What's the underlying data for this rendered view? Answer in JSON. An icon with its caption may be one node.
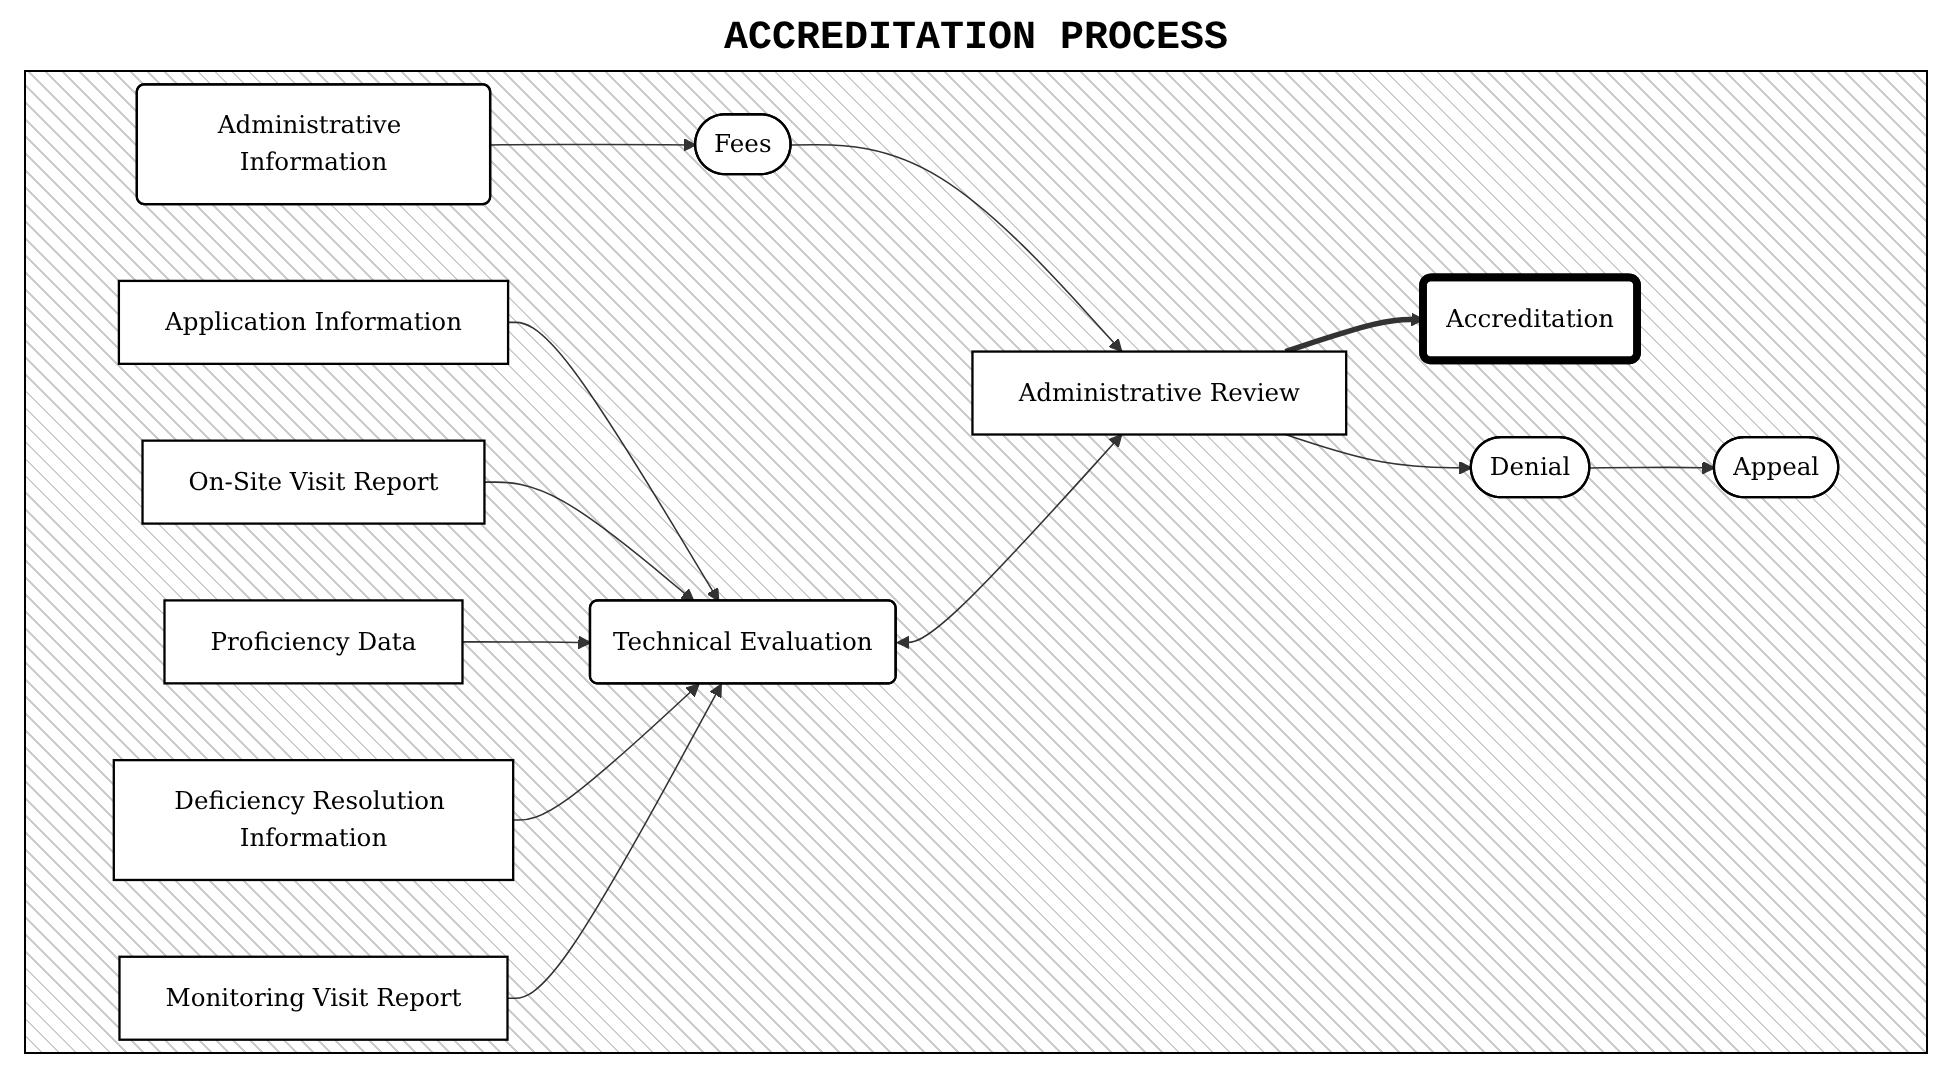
{
  "diagram": {
    "title": "ACCREDITATION PROCESS",
    "nodes": [
      {
        "text": [
          "Application Information"
        ]
      },
      {
        "text": [
          "On-Site Visit Report"
        ]
      },
      {
        "text": [
          "Proficiency Data"
        ]
      },
      {
        "text": [
          "Deficiency Resolution Information"
        ]
      },
      {
        "text": [
          "Monitoring Visit Report"
        ]
      },
      {
        "text": [
          "Administrative Information"
        ]
      },
      {
        "text": [
          "Fees"
        ]
      },
      {
        "text": [
          "Technical Evaluation"
        ]
      },
      {
        "text": [
          "Administrative Review"
        ]
      },
      {
        "text": [
          "Accreditation"
        ]
      },
      {
        "text": [
          "Denial"
        ]
      },
      {
        "text": [
          "Appeal"
        ]
      }
    ],
    "edges": [
      {
        "from": 0,
        "to": 7,
        "arrow": "to"
      },
      {
        "from": 1,
        "to": 7,
        "arrow": "to"
      },
      {
        "from": 2,
        "to": 7,
        "arrow": "to"
      },
      {
        "from": 3,
        "to": 7,
        "arrow": "to"
      },
      {
        "from": 4,
        "to": 7,
        "arrow": "to"
      },
      {
        "from": 5,
        "to": 6,
        "arrow": "to"
      },
      {
        "from": 6,
        "to": 8,
        "arrow": "to"
      },
      {
        "from": 7,
        "to": 8,
        "arrow": "both"
      },
      {
        "from": 8,
        "to": 9,
        "arrow": "to",
        "style": "thick"
      },
      {
        "from": 8,
        "to": 10,
        "arrow": "to"
      },
      {
        "from": 10,
        "to": 11,
        "arrow": "to"
      }
    ]
  }
}
